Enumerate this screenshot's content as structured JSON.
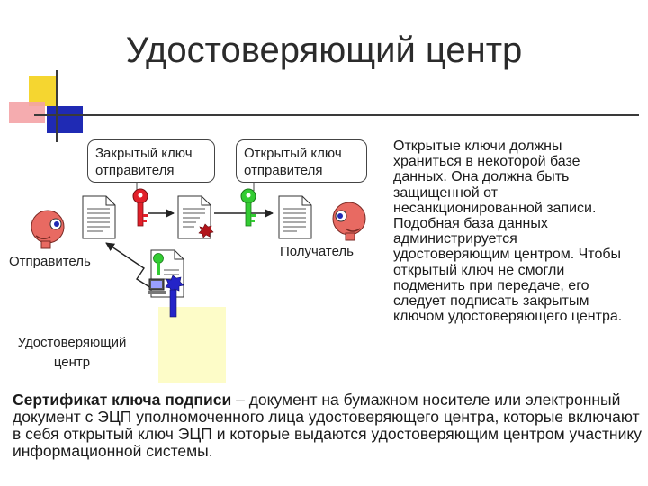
{
  "title": "Удостоверяющий центр",
  "callouts": {
    "private_key": "Закрытый ключ отправителя",
    "public_key": "Открытый ключ отправителя"
  },
  "labels": {
    "sender": "Отправитель",
    "recipient": "Получатель",
    "ca": "Удостоверяющий центр"
  },
  "side_text": "Открытые ключи должны храниться в некоторой базе данных. Она должна быть защищенной от несанкционированной записи. Подобная база данных администрируется удостоверяющим центром. Чтобы открытый ключ не смогли подменить при передаче, его следует подписать закрытым ключом удостоверяющего центра.",
  "definition": {
    "term": "Сертификат ключа подписи",
    "body": " – документ на бумажном носителе или электронный документ с ЭЦП уполномоченного лица удостоверяющего центра, которые включают в себя открытый ключ ЭЦП и которые выдаются удостоверяющим центром участнику информационной системы."
  },
  "colors": {
    "private_key": "#e2202a",
    "public_key": "#33cc33",
    "ca_key": "#2424c8",
    "seal": "#b3141a",
    "face": "#e86a62",
    "deco_yellow": "#f5d630",
    "deco_red": "#f4a3a6",
    "deco_blue": "#1f2ab4"
  },
  "icons": [
    "decor-squares",
    "face-icon",
    "document-icon",
    "key-icon",
    "seal-icon",
    "computer-icon"
  ]
}
